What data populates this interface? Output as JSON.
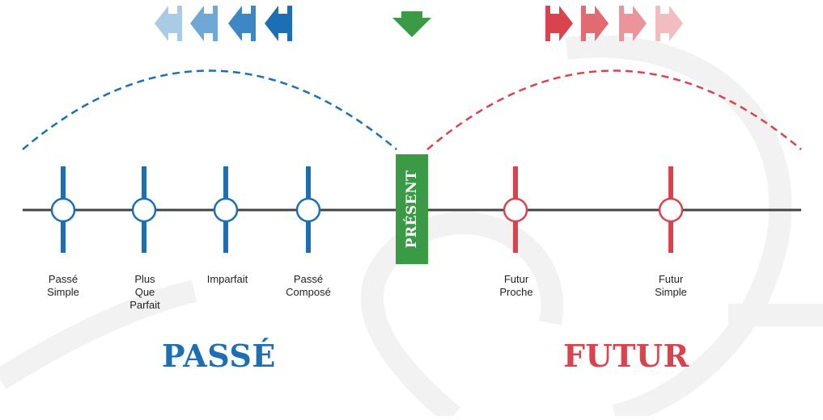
{
  "colors": {
    "past": "#1c6fb3",
    "future": "#d9434e",
    "present": "#3a9a45",
    "line": "#444444",
    "label": "#222222"
  },
  "present_label": "PRÉSENT",
  "past_title": "PASSÉ",
  "future_title": "FUTUR",
  "past_tenses": [
    {
      "label": "Passé\nSimple"
    },
    {
      "label": "Plus\nQue\nParfait"
    },
    {
      "label": "Imparfait"
    },
    {
      "label": "Passé\nComposé"
    }
  ],
  "future_tenses": [
    {
      "label": "Futur\nProche"
    },
    {
      "label": "Futur\nSimple"
    }
  ],
  "past_arrows": {
    "direction": "left",
    "count": 4,
    "shades": [
      "#a9cbe6",
      "#6fa8d6",
      "#3d87c5",
      "#1c6fb3"
    ]
  },
  "present_arrow": {
    "direction": "down",
    "color": "#3a9a45"
  },
  "future_arrows": {
    "direction": "right",
    "count": 4,
    "shades": [
      "#d9434e",
      "#e26a72",
      "#eb959a",
      "#f3bcc0"
    ]
  }
}
